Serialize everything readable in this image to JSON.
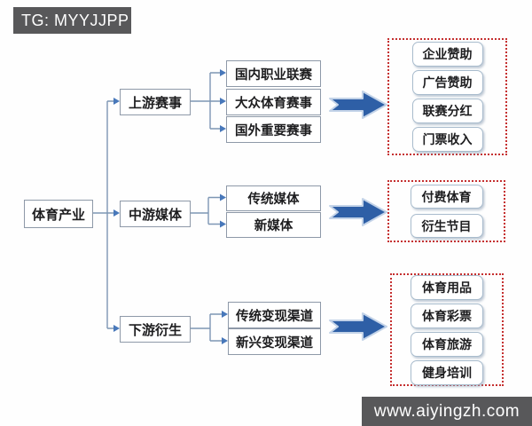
{
  "watermarks": {
    "top": "TG: MYYJJPP",
    "bottom": "www.aiyingzh.com"
  },
  "colors": {
    "banner_gray": "#58585a",
    "connector_line": "#7d96b4",
    "arrowhead_blue": "#4878ba",
    "block_arrow_blue": "#2e5fa6",
    "dashed_border_red": "#c53030",
    "node_border_gray": "#8e99a8",
    "rounded_border_blue": "#a9bccd"
  },
  "tree": {
    "root": "体育产业",
    "branches": [
      {
        "label": "上游赛事",
        "children": [
          "国内职业联赛",
          "大众体育赛事",
          "国外重要赛事"
        ],
        "outputs": [
          "企业赞助",
          "广告赞助",
          "联赛分红",
          "门票收入"
        ]
      },
      {
        "label": "中游媒体",
        "children": [
          "传统媒体",
          "新媒体"
        ],
        "outputs": [
          "付费体育",
          "衍生节目"
        ]
      },
      {
        "label": "下游衍生",
        "children": [
          "传统变现渠道",
          "新兴变现渠道"
        ],
        "outputs": [
          "体育用品",
          "体育彩票",
          "体育旅游",
          "健身培训"
        ]
      }
    ]
  }
}
